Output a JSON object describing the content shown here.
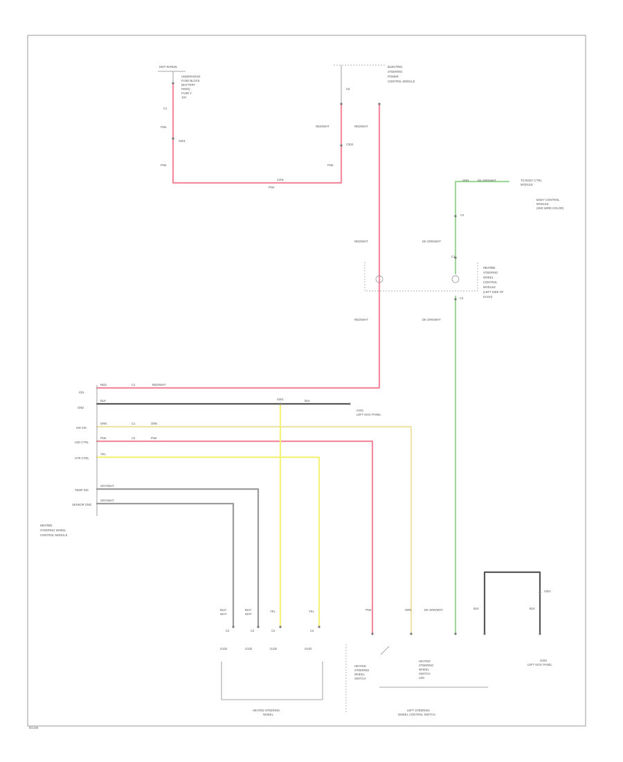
{
  "colors": {
    "red": "#f48a9e",
    "green": "#9fd89a",
    "yellow": "#f5f27a",
    "tan": "#eee3a8",
    "gray": "#9a9a9a",
    "black": "#555555"
  },
  "labels": {
    "top_left_fuse_title": "HOT IN RUN",
    "top_left_fuse_desc": [
      "UNDERHOOD",
      "FUSE BLOCK",
      "(BATTERY",
      "FEED)",
      "FUSE 2",
      "10A"
    ],
    "top_left_wire_1": "PNK",
    "top_left_wire_2": "PNK",
    "top_left_splice": "S201",
    "top_left_term": "C1",
    "top_right_module_title": "ELECTRIC",
    "top_right_module_desc": [
      "STEERING",
      "POWER",
      "CONTROL MODULE"
    ],
    "top_right_term": "C6",
    "top_right_wire_1": "RED/WHT",
    "top_right_wire_2": "RED/WHT",
    "top_right_conn": "C303",
    "top_right_wire_3": "PNK",
    "bottom_link_wire": "PNK",
    "bottom_link_conn": "C201",
    "bottom_link_wire2": "PNK",
    "right_top_wire": "GRN",
    "right_top_wire2": "DK GRN/WHT",
    "right_top_dest": "TO BODY CTRL",
    "right_top_dest2": "MODULE",
    "right_top_desc": [
      "BODY CONTROL",
      "MODULE",
      "(SEE WIRE COLOR)"
    ],
    "right_mid_conn": "C2",
    "right_mid_wire": "DK GRN/WHT",
    "right_mid_term": "C1",
    "mid_left_wire": "RED/WHT",
    "mid_module_title": "HEATED",
    "mid_module_desc": [
      "STEERING",
      "WHEEL",
      "CONTROL",
      "MODULE"
    ],
    "mid_module_extra": [
      "(LEFT SIDE OF",
      "DASH)"
    ],
    "mid_lower_conn": "C3",
    "mid_lower_wire_left": "RED/WHT",
    "mid_lower_wire_right": "DK GRN/WHT",
    "pin_labels": [
      "IGN",
      "GND",
      "SW SIG",
      "LED CTRL",
      "HTR CTRL",
      "TEMP SIG",
      "SENSOR GND"
    ],
    "pin_wire_1": "RED",
    "pin_wire_1b": "RED/WHT",
    "pin_wire_1_conn": "C1",
    "pin_wire_2": "BLK",
    "pin_wire_2b": "BLK",
    "pin_wire_2_dest": "G301",
    "pin_wire_2_dest2": "LEFT KICK PANEL",
    "pin_wire_3": "ORN",
    "pin_wire_3_conn": "C1",
    "pin_wire_3b": "ORN",
    "pin_wire_4": "PNK",
    "pin_wire_4_conn": "C2",
    "pin_wire_4b": "PNK",
    "pin_wire_5": "YEL",
    "pin_wire_6": "GRY/WHT",
    "pin_wire_7": "GRY/WHT",
    "pin_splice": "S301",
    "left_module_title": "HEATED",
    "left_module_desc": [
      "STEERING WHEEL",
      "CONTROL MODULE"
    ],
    "bottom_wires": [
      "BLK/",
      "BLK/",
      "YEL",
      "YEL"
    ],
    "bottom_wires_b": [
      "WHT",
      "WHT"
    ],
    "bottom_conn_labels": [
      "C2",
      "C2",
      "C2",
      "C2"
    ],
    "bottom_pins": [
      "G102",
      "G102",
      "G102",
      "G102"
    ],
    "bottom_heater_label": "HEATED STEERING",
    "bottom_heater_label2": "WHEEL",
    "bottom_right_wires": [
      "PNK",
      "ORN",
      "DK GRN/WHT"
    ],
    "switch_label": [
      "HEATED",
      "STEERING",
      "WHEEL",
      "SWITCH"
    ],
    "switch_right_label": [
      "HEATED",
      "STEERING",
      "WHEEL",
      "SWITCH",
      "LED"
    ],
    "switch_group_label": "LEFT STEERING",
    "switch_group_label2": "WHEEL CONTROL SWITCH",
    "far_right_wire": "BLK",
    "far_right_wire2": "BLK",
    "far_right_splice": "S301",
    "far_right_ground": "G301",
    "far_right_ground2": "LEFT KICK PANEL",
    "page_id": "ID1234"
  }
}
